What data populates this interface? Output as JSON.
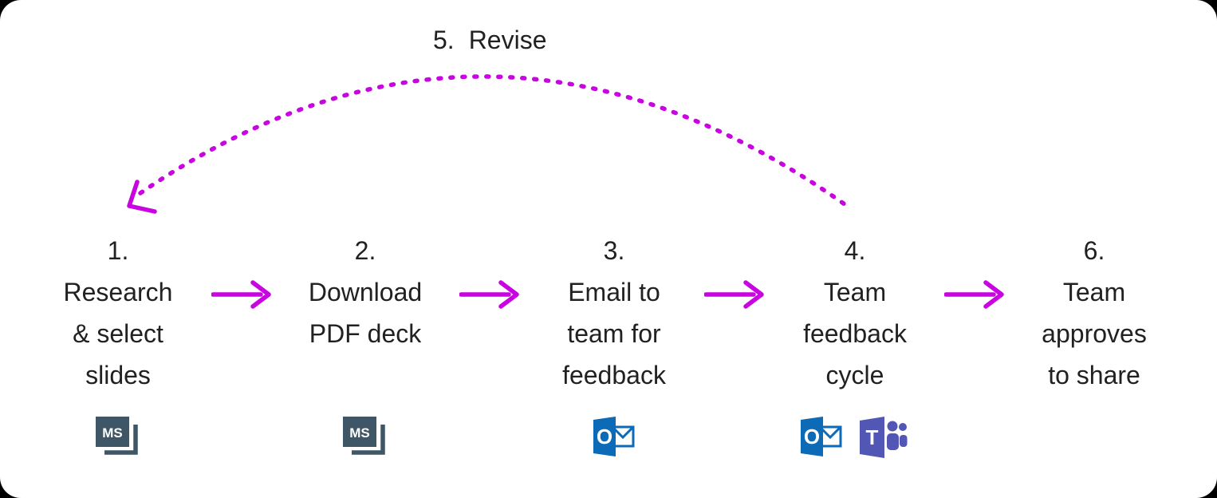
{
  "colors": {
    "accent": "#c804e0",
    "text": "#212121",
    "canvas_bg": "#ffffff",
    "ms_badge": "#3f5666",
    "outlook_blue": "#0d6ab7",
    "teams_purple": "#5257b5"
  },
  "revise_loop": {
    "number": "5.",
    "label": "Revise"
  },
  "steps": [
    {
      "number": "1.",
      "label": "Research & select slides",
      "lines": [
        "Research",
        "& select",
        "slides"
      ],
      "icons": [
        "ms-slides"
      ]
    },
    {
      "number": "2.",
      "label": "Download PDF deck",
      "lines": [
        "Download",
        "PDF deck"
      ],
      "icons": [
        "ms-slides"
      ]
    },
    {
      "number": "3.",
      "label": "Email to team for feedback",
      "lines": [
        "Email to",
        "team for",
        "feedback"
      ],
      "icons": [
        "outlook"
      ]
    },
    {
      "number": "4.",
      "label": "Team feedback cycle",
      "lines": [
        "Team",
        "feedback",
        "cycle"
      ],
      "icons": [
        "outlook",
        "teams"
      ]
    },
    {
      "number": "6.",
      "label": "Team approves to share",
      "lines": [
        "Team",
        "approves",
        "to share"
      ],
      "icons": []
    }
  ],
  "icon_labels": {
    "ms": "MS",
    "outlook": "O",
    "teams": "T"
  }
}
